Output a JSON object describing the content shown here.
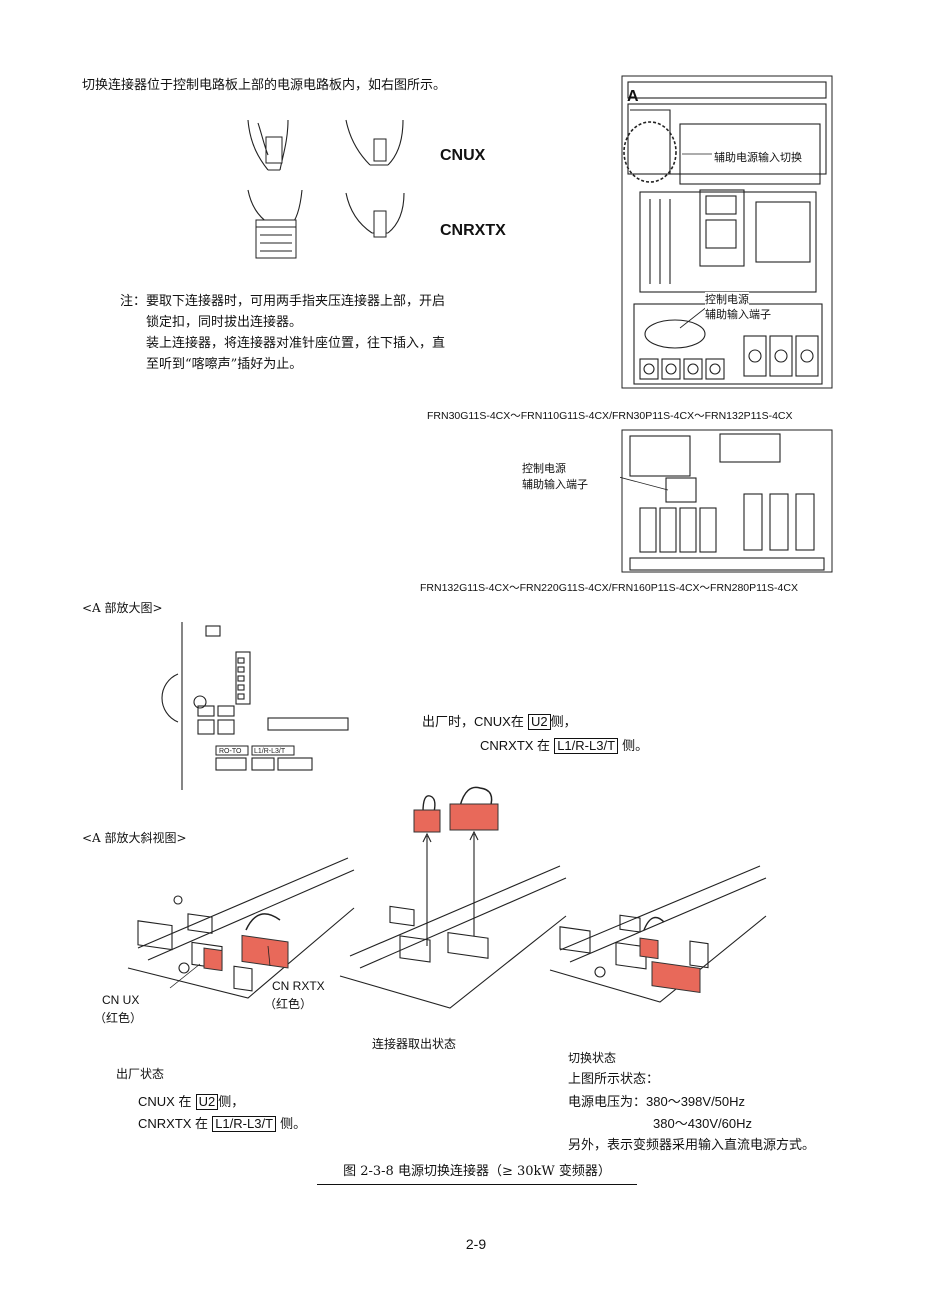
{
  "intro": "切换连接器位于控制电路板上部的电源电路板内，如右图所示。",
  "connectors": {
    "cnux": "CNUX",
    "cnrxtx": "CNRXTX"
  },
  "note": {
    "l1": "注：要取下连接器时，可用两手指夹压连接器上部，开启",
    "l2": "锁定扣，同时拔出连接器。",
    "l3": "装上连接器，将连接器对准针座位置，往下插入，直",
    "l4": "至听到“喀嚓声”插好为止。"
  },
  "fig_top": {
    "label_a": "A",
    "aux_switch": "辅助电源输入切换",
    "ctrl_power": "控制电源",
    "aux_terminal": "辅助输入端子",
    "model_1": "FRN30G11S-4CX～FRN110G11S-4CX/FRN30P11S-4CX～FRN132P11S-4CX"
  },
  "fig_mid": {
    "ctrl_power": "控制电源",
    "aux_terminal": "辅助输入端子",
    "model_2": "FRN132G11S-4CX～FRN220G11S-4CX/FRN160P11S-4CX～FRN280P11S-4CX"
  },
  "detail": {
    "heading": "<A 部放大图>",
    "ro_to": "RO-TO",
    "l1_l3": "L1/R-L3/T",
    "factory_prefix": "出厂时，",
    "cnux_at": "CNUX在",
    "u2": "U2",
    "side": "侧，",
    "cnrxtx_at": "CNRXTX 在",
    "l1r": "L1/R-L3/T",
    "side_end": "侧。"
  },
  "oblique": {
    "heading": "<A 部放大斜视图>",
    "cn_ux": "CN UX",
    "cn_rxtx": "CN RXTX",
    "red1": "（红色）",
    "red2": "（红色）",
    "state_factory": "出厂状态",
    "f_cnux": "CNUX 在",
    "f_u2": "U2",
    "f_side": "侧，",
    "f_cnrxtx": "CNRXTX 在",
    "f_l1r": "L1/R-L3/T",
    "f_side_end": "侧。",
    "state_removed": "连接器取出状态",
    "state_switch": "切换状态",
    "shown_state": "上图所示状态：",
    "voltage_label": "电源电压为：",
    "v1": "380～398V/50Hz",
    "v2": "380～430V/60Hz",
    "dc_note": "另外，表示变频器采用输入直流电源方式。"
  },
  "caption": "图 2-3-8 电源切换连接器（≥ 30kW 变频器）",
  "page_number": "2-9"
}
